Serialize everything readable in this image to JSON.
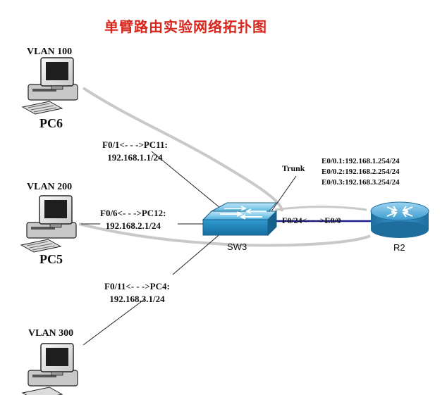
{
  "title": "单臂路由实验网络拓扑图",
  "pcs": [
    {
      "vlan": "VLAN 100",
      "name": "PC6"
    },
    {
      "vlan": "VLAN 200",
      "name": "PC5"
    },
    {
      "vlan": "VLAN 300",
      "name": ""
    }
  ],
  "links": [
    {
      "line1": "F0/1<- - ->PC11:",
      "line2": "192.168.1.1/24"
    },
    {
      "line1": "F0/6<- - ->PC12:",
      "line2": "192.168.2.1/24"
    },
    {
      "line1": "F0/11<- - ->PC4:",
      "line2": "192.168.3.1/24"
    }
  ],
  "switch_label": "SW3",
  "router_label": "R2",
  "trunk_label": "Trunk",
  "uplink_label": "F0/24<- - ->E0/0",
  "subinterfaces": [
    "E0/0.1:192.168.1.254/24",
    "E0/0.2:192.168.2.254/24",
    "E0/0.3:192.168.3.254/24"
  ],
  "colors": {
    "title": "#d8261d",
    "switch": "#2a8fc4",
    "router": "#2d82b5",
    "uplink": "#1d1f8f",
    "cable": "#c9c9c9"
  }
}
